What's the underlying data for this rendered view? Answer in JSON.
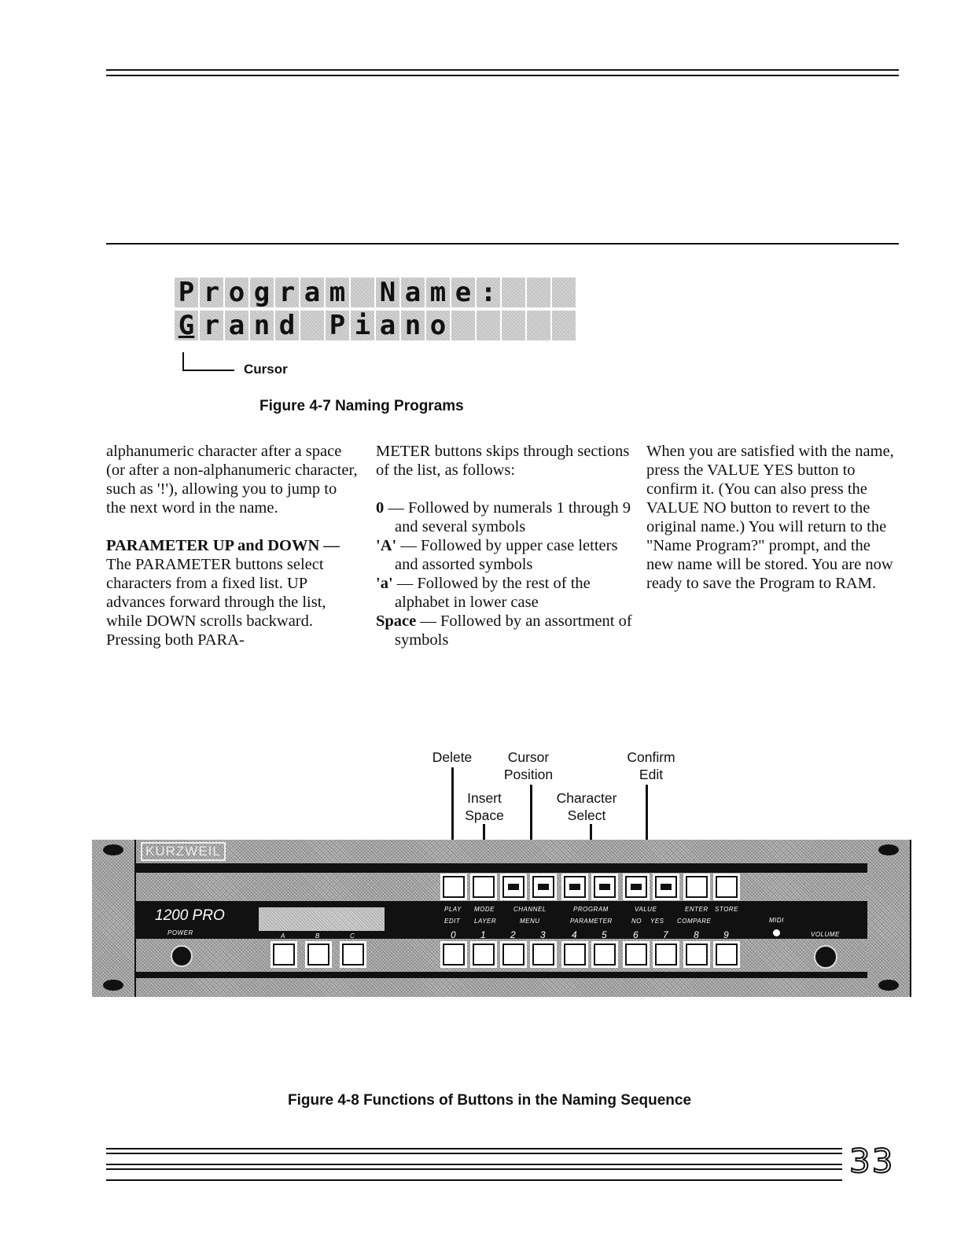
{
  "figure_4_7": {
    "lcd_line1": [
      "P",
      "r",
      "o",
      "g",
      "r",
      "a",
      "m",
      " ",
      "N",
      "a",
      "m",
      "e",
      ":",
      " ",
      " ",
      " "
    ],
    "lcd_line2": [
      "G",
      "r",
      "a",
      "n",
      "d",
      " ",
      "P",
      "i",
      "a",
      "n",
      "o",
      " ",
      " ",
      " ",
      " ",
      " "
    ],
    "cursor_label": "Cursor",
    "caption": "Figure 4-7 Naming Programs"
  },
  "body": {
    "col1": {
      "p1": "alphanumeric character after a space (or after a non-alphanumeric character, such as '!'), allowing you to jump to the next word in the name.",
      "p2_lead": "PARAMETER UP and DOWN —",
      "p2_text": " The PARAMETER buttons select characters from a fixed list. UP advances forward through the list, while DOWN scrolls backward. Pressing both PARA-"
    },
    "col2": {
      "p1": "METER buttons skips through sections of the list, as follows:",
      "entries": [
        {
          "key": "0",
          "text": " — Followed by numerals 1 through 9 and several symbols"
        },
        {
          "key": "'A'",
          "text": " — Followed by upper case letters and assorted symbols"
        },
        {
          "key": "'a'",
          "text": " — Followed by the rest of the alphabet in lower case"
        },
        {
          "key": "Space",
          "text": " — Followed by an assortment of symbols"
        }
      ]
    },
    "col3": {
      "p1": "When you are satisfied with the name, press the VALUE YES button to confirm it. (You can also press the VALUE NO button to revert to the original name.) You will return to the \"Name Program?\" prompt, and the new name will be stored. You are now ready to save the Program to RAM."
    }
  },
  "figure_4_8": {
    "callouts": {
      "delete": "Delete",
      "insert_space_1": "Insert",
      "insert_space_2": "Space",
      "cursor_position_1": "Cursor",
      "cursor_position_2": "Position",
      "character_select_1": "Character",
      "character_select_2": "Select",
      "confirm_edit_1": "Confirm",
      "confirm_edit_2": "Edit"
    },
    "panel": {
      "brand": "KURZWEIL",
      "model": "1200 PRO",
      "power": "POWER",
      "abc": [
        "A",
        "B",
        "C"
      ],
      "top_labels": [
        "PLAY",
        "MODE",
        "CHANNEL",
        "PROGRAM",
        "VALUE",
        "ENTER",
        "STORE"
      ],
      "bottom_labels": [
        "EDIT",
        "LAYER",
        "MENU",
        "PARAMETER",
        "NO",
        "YES",
        "COMPARE"
      ],
      "numbers": [
        "0",
        "1",
        "2",
        "3",
        "4",
        "5",
        "6",
        "7",
        "8",
        "9"
      ],
      "midi": "MIDI",
      "volume": "VOLUME"
    },
    "caption": "Figure 4-8 Functions of Buttons in the Naming Sequence"
  },
  "page_number": "33"
}
